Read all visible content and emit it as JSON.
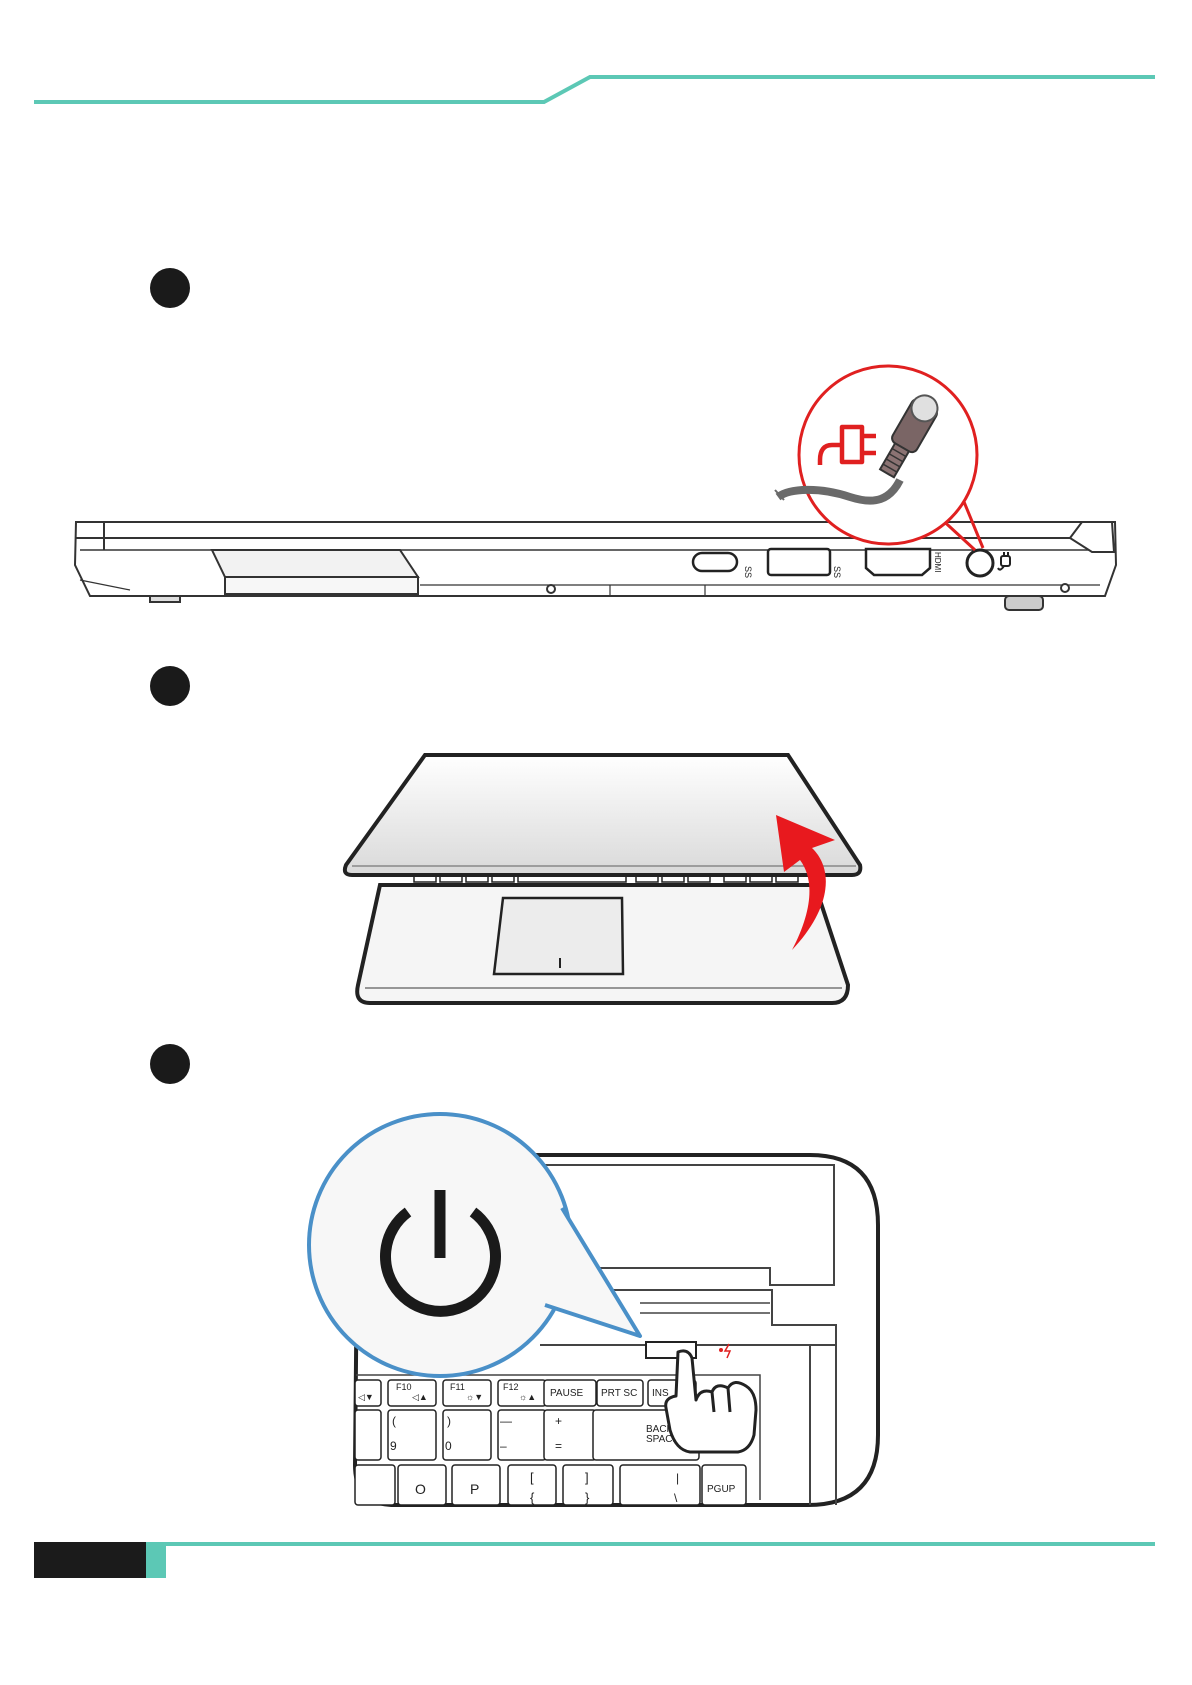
{
  "colors": {
    "accent": "#5cc8b5",
    "footer_block": "#1b1b1b",
    "power_callout": "#4a90c8",
    "adapter_callout": "#e02020",
    "arrow": "#e8191e"
  },
  "steps": [
    {
      "id": "connect-power"
    },
    {
      "id": "open-lid"
    },
    {
      "id": "press-power"
    }
  ],
  "side_view": {
    "port_labels": [
      "SS",
      "SS",
      "HDMI"
    ]
  },
  "keyboard": {
    "row1": [
      {
        "label": "F10",
        "sub": "◁▲"
      },
      {
        "label": "F11",
        "sub": "☼▼"
      },
      {
        "label": "F12",
        "sub": "☼▲"
      },
      {
        "label": "PAUSE",
        "sub": ""
      },
      {
        "label": "PRT SC",
        "sub": ""
      },
      {
        "label": "INS",
        "sub": ""
      }
    ],
    "row1_first_sub": "◁▼",
    "row2": [
      {
        "top": "(",
        "bottom": "9"
      },
      {
        "top": ")",
        "bottom": "0"
      },
      {
        "top": "—",
        "bottom": "–"
      },
      {
        "top": "+",
        "bottom": "="
      }
    ],
    "backspace": [
      "BACK",
      "SPACE"
    ],
    "row3": [
      {
        "top": "",
        "bottom": "O"
      },
      {
        "top": "",
        "bottom": "P"
      },
      {
        "top": "[",
        "bottom": "{"
      },
      {
        "top": "]",
        "bottom": "}"
      },
      {
        "top": "|",
        "bottom": "\\"
      }
    ],
    "pgup": "PGUP"
  },
  "icons": [
    "power-plug-icon",
    "dc-in-icon",
    "power-icon",
    "usb-icon",
    "hand-pointer-icon",
    "curved-arrow-icon"
  ]
}
